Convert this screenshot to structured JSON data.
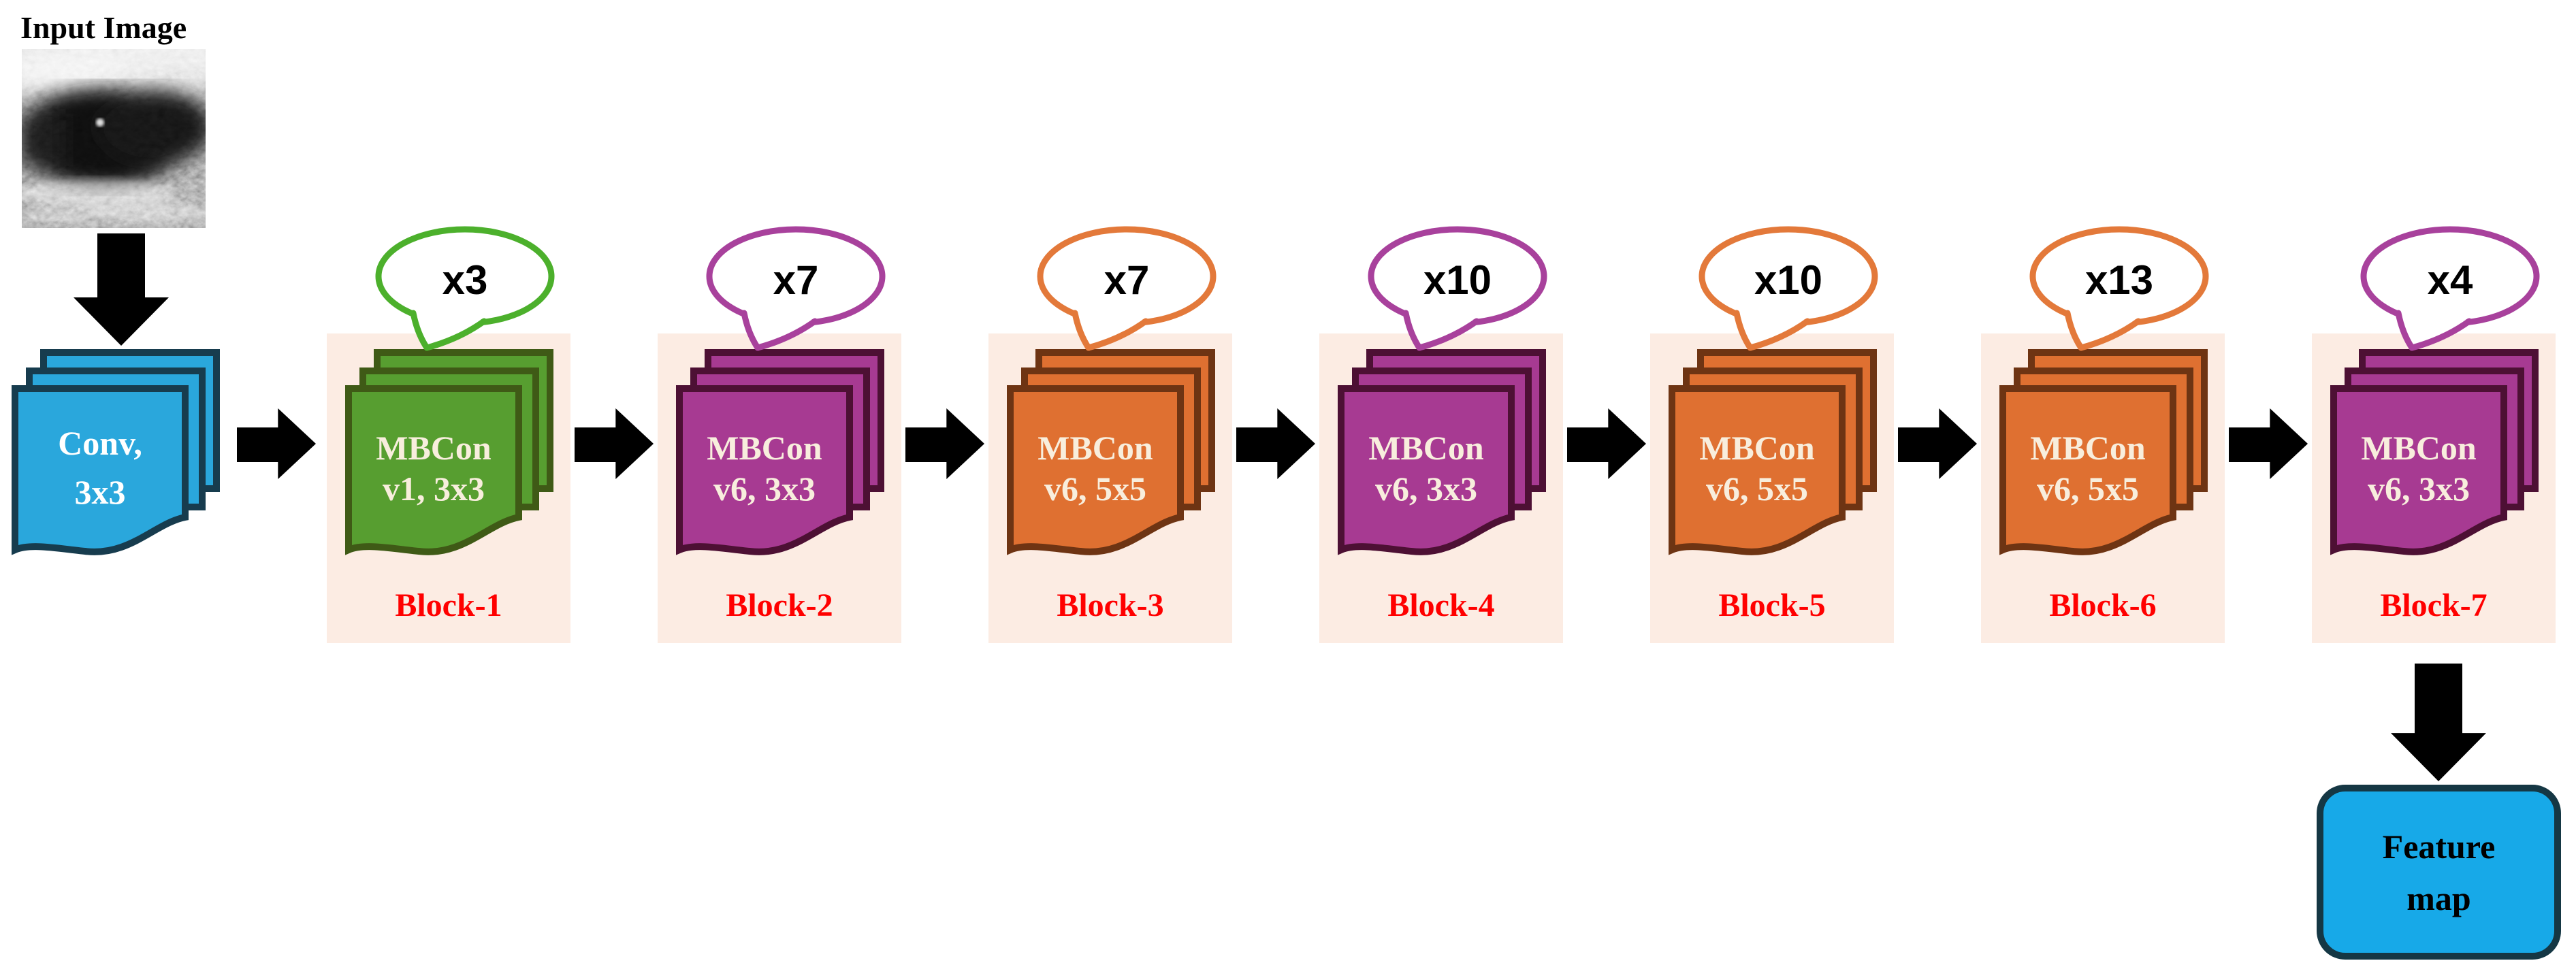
{
  "input": {
    "label": "Input Image"
  },
  "conv": {
    "line1": "Conv,",
    "line2": "3x3"
  },
  "blocks": [
    {
      "name": "Block-1",
      "line1": "MBCon",
      "line2": "v1, 3x3",
      "repeat": "x3",
      "color": "green"
    },
    {
      "name": "Block-2",
      "line1": "MBCon",
      "line2": "v6, 3x3",
      "repeat": "x7",
      "color": "purple"
    },
    {
      "name": "Block-3",
      "line1": "MBCon",
      "line2": "v6, 5x5",
      "repeat": "x7",
      "color": "orange"
    },
    {
      "name": "Block-4",
      "line1": "MBCon",
      "line2": "v6, 3x3",
      "repeat": "x10",
      "color": "purple"
    },
    {
      "name": "Block-5",
      "line1": "MBCon",
      "line2": "v6, 5x5",
      "repeat": "x10",
      "color": "orange"
    },
    {
      "name": "Block-6",
      "line1": "MBCon",
      "line2": "v6, 5x5",
      "repeat": "x13",
      "color": "orange"
    },
    {
      "name": "Block-7",
      "line1": "MBCon",
      "line2": "v6, 3x3",
      "repeat": "x4",
      "color": "purple"
    }
  ],
  "output": {
    "line1": "Feature",
    "line2": "map"
  },
  "colors": {
    "background": "#ffffff",
    "block_bg": "#fcece3",
    "block_label": "#ff0000",
    "arrow": "#000000",
    "page_text": "#f8eedd",
    "conv": {
      "fill": "#2aa7dc",
      "stroke": "#173c4e",
      "text": "#ffffff"
    },
    "feature": {
      "fill": "#17a9e8",
      "stroke": "#153744",
      "text": "#000000"
    },
    "palette": {
      "green": {
        "fill": "#579e30",
        "stroke": "#3f5a16",
        "bubble": "#4cb02c"
      },
      "purple": {
        "fill": "#a73a92",
        "stroke": "#4d1034",
        "bubble": "#a8419c"
      },
      "orange": {
        "fill": "#df7031",
        "stroke": "#6e3413",
        "bubble": "#e3793a"
      }
    }
  }
}
